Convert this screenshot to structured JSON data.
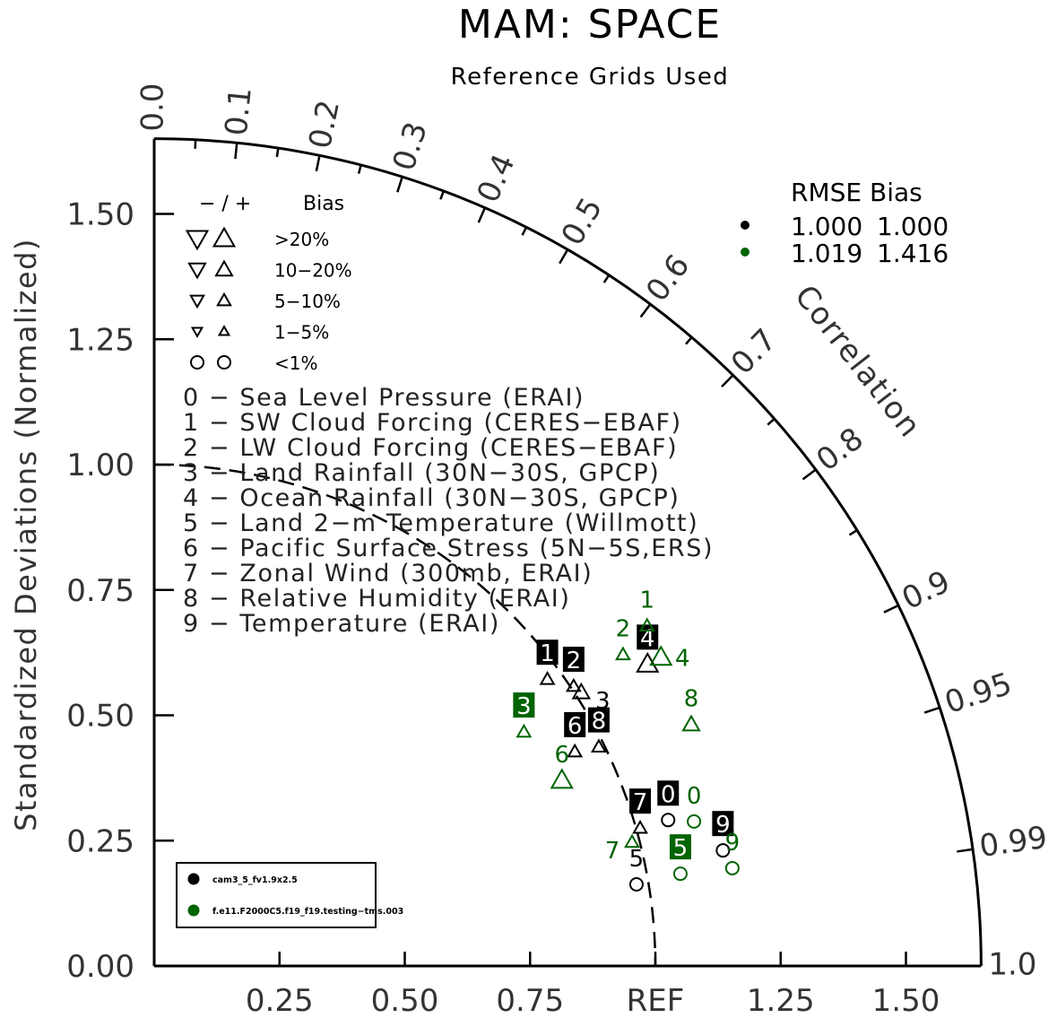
{
  "chart_data": {
    "type": "taylor",
    "title": "MAM: SPACE",
    "subtitle": "Reference Grids Used",
    "ylabel": "Standardized Deviations (Normalized)",
    "corr_label": "Correlation",
    "ref_label": "REF",
    "std_range": [
      0,
      1.65
    ],
    "x_ticks": [
      "0.25",
      "0.50",
      "0.75",
      "REF",
      "1.25",
      "1.50"
    ],
    "x_tick_values": [
      0.25,
      0.5,
      0.75,
      1.0,
      1.25,
      1.5
    ],
    "y_ticks": [
      "0.00",
      "0.25",
      "0.50",
      "0.75",
      "1.00",
      "1.25",
      "1.50"
    ],
    "y_tick_values": [
      0,
      0.25,
      0.5,
      0.75,
      1.0,
      1.25,
      1.5
    ],
    "corr_ticks": [
      "0.0",
      "0.1",
      "0.2",
      "0.3",
      "0.4",
      "0.5",
      "0.6",
      "0.7",
      "0.8",
      "0.9",
      "0.95",
      "0.99",
      "1.0"
    ],
    "corr_tick_values": [
      0,
      0.1,
      0.2,
      0.3,
      0.4,
      0.5,
      0.6,
      0.7,
      0.8,
      0.9,
      0.95,
      0.99,
      1.0
    ],
    "bias_legend": {
      "header_sign": "− / +",
      "header_bias": "Bias",
      "rows": [
        ">20%",
        "10−20%",
        "5−10%",
        "1−5%",
        "<1%"
      ]
    },
    "stats_table": {
      "header": "RMSE  Bias",
      "rows": [
        {
          "rmse": "1.000",
          "bias": "1.000",
          "color": "#000000"
        },
        {
          "rmse": "1.019",
          "bias": "1.416",
          "color": "#006400"
        }
      ]
    },
    "model_legend": [
      {
        "name": "cam3_5_fv1.9x2.5",
        "color": "#000000"
      },
      {
        "name": "f.e11.F2000C5.f19_f19.testing−tms.003",
        "color": "#006400"
      }
    ],
    "variables": [
      "0 − Sea Level Pressure (ERAI)",
      "1 − SW Cloud Forcing (CERES−EBAF)",
      "2 − LW Cloud Forcing (CERES−EBAF)",
      "3 − Land Rainfall (30N−30S, GPCP)",
      "4 − Ocean Rainfall (30N−30S, GPCP)",
      "5 − Land 2−m Temperature (Willmott)",
      "6 − Pacific Surface Stress (5N−5S,ERS)",
      "7 − Zonal Wind (300mb, ERAI)",
      "8 − Relative Humidity (ERAI)",
      "9 − Temperature (ERAI)"
    ],
    "series": [
      {
        "name": "cam3_5_fv1.9x2.5",
        "color": "#000000",
        "points": [
          {
            "id": "0",
            "std": 1.066,
            "corr": 0.962,
            "marker": "circle",
            "size": 1,
            "boxed": true
          },
          {
            "id": "1",
            "std": 0.971,
            "corr": 0.808,
            "marker": "up",
            "size": 2,
            "boxed": true
          },
          {
            "id": "2",
            "std": 1.006,
            "corr": 0.832,
            "marker": "up",
            "size": 2,
            "boxed": true
          },
          {
            "id": "3",
            "std": 1.012,
            "corr": 0.842,
            "marker": "up",
            "size": 3,
            "boxed": false
          },
          {
            "id": "4",
            "std": 1.154,
            "corr": 0.853,
            "marker": "up",
            "size": 4,
            "boxed": true
          },
          {
            "id": "5",
            "std": 0.976,
            "corr": 0.986,
            "marker": "circle",
            "size": 1,
            "boxed": false
          },
          {
            "id": "6",
            "std": 0.942,
            "corr": 0.891,
            "marker": "up",
            "size": 2,
            "boxed": true
          },
          {
            "id": "7",
            "std": 1.008,
            "corr": 0.962,
            "marker": "up",
            "size": 2,
            "boxed": true
          },
          {
            "id": "8",
            "std": 0.989,
            "corr": 0.897,
            "marker": "up",
            "size": 2,
            "boxed": true
          },
          {
            "id": "9",
            "std": 1.158,
            "corr": 0.98,
            "marker": "circle",
            "size": 1,
            "boxed": true
          }
        ]
      },
      {
        "name": "f.e11.F2000C5.f19_f19.testing−tms.003",
        "color": "#006400",
        "points": [
          {
            "id": "0",
            "std": 1.115,
            "corr": 0.966,
            "marker": "circle",
            "size": 1,
            "boxed": false
          },
          {
            "id": "1",
            "std": 1.195,
            "corr": 0.823,
            "marker": "up",
            "size": 2,
            "boxed": false
          },
          {
            "id": "2",
            "std": 1.123,
            "corr": 0.833,
            "marker": "up",
            "size": 2,
            "boxed": false
          },
          {
            "id": "3",
            "std": 0.873,
            "corr": 0.845,
            "marker": "up",
            "size": 2,
            "boxed": true
          },
          {
            "id": "4",
            "std": 1.184,
            "corr": 0.854,
            "marker": "up",
            "size": 4,
            "boxed": false
          },
          {
            "id": "5",
            "std": 1.066,
            "corr": 0.985,
            "marker": "circle",
            "size": 1,
            "boxed": true
          },
          {
            "id": "6",
            "std": 0.894,
            "corr": 0.91,
            "marker": "up",
            "size": 4,
            "boxed": false
          },
          {
            "id": "7",
            "std": 0.985,
            "corr": 0.968,
            "marker": "up",
            "size": 2,
            "boxed": false
          },
          {
            "id": "8",
            "std": 1.175,
            "corr": 0.912,
            "marker": "up",
            "size": 3,
            "boxed": false
          },
          {
            "id": "9",
            "std": 1.17,
            "corr": 0.986,
            "marker": "circle",
            "size": 1,
            "boxed": false
          }
        ]
      }
    ]
  }
}
